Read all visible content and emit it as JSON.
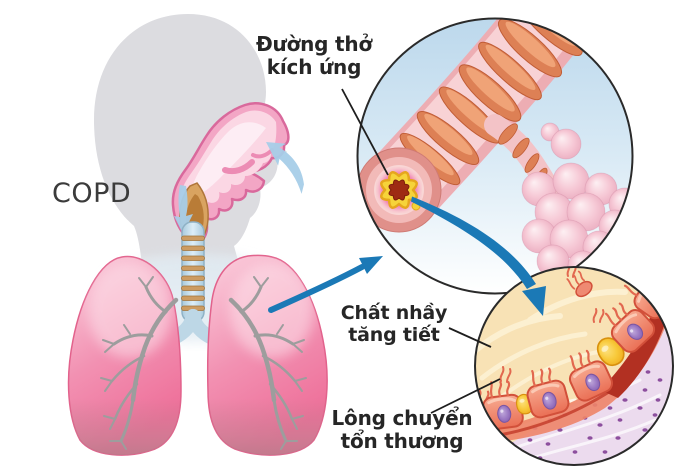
{
  "diagram": {
    "title_label": "COPD",
    "callouts": {
      "airway": {
        "line1": "Đường thở",
        "line2": "kích ứng"
      },
      "mucus": {
        "line1": "Chất nhầy",
        "line2": "tăng tiết"
      },
      "cilia": {
        "line1": "Lông chuyển",
        "line2": "tổn thương"
      }
    },
    "colors": {
      "label_text": "#262626",
      "copd_text": "#3b3b3b",
      "arrow_blue": "#1b79b6",
      "airflow_blue_light": "#a6cde8",
      "inset_sky": "#bcd8ec",
      "head_gray": "#dcdce0",
      "lung_pink": "#ee6f99",
      "lung_pink_light": "#f9c3d5",
      "trachea_blue": "#c6deec",
      "trachea_ring_tan": "#cc9c62",
      "bronchiole_pink": "#f8d2d5",
      "bronchiole_band_salmon": "#dd8055",
      "alveoli_pink": "#f2bfce",
      "inflamed_mucosa_yellow": "#f6d33a",
      "narrowed_lumen_red": "#9e2b13",
      "mucus_cream": "#f8e2b5",
      "epithelial_salmon": "#f08a70",
      "goblet_yellow": "#f8c93a",
      "nucleus_purple": "#9a77c2",
      "submucosa_lavender": "#ecdbee",
      "outline_dark": "#2a2a2a"
    }
  }
}
